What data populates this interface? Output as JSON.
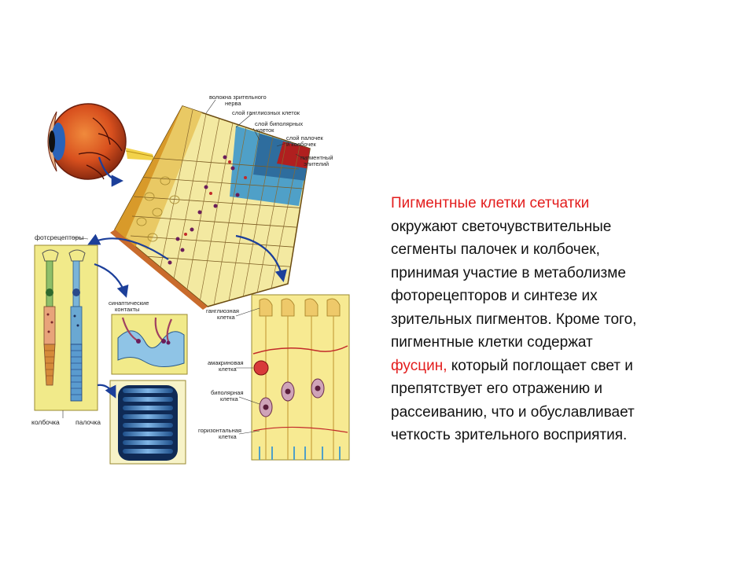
{
  "figure": {
    "labels": {
      "nerve_fibers": [
        "волокна зрительного",
        "нерва"
      ],
      "ganglion_layer": "слой ганглиозных клеток",
      "bipolar_layer": [
        "слой биполярных",
        "клеток"
      ],
      "rods_cones_layer": [
        "слой палочек",
        "и колбочек"
      ],
      "pigment_epithelium": [
        "пигментный",
        "эпителий"
      ],
      "photoreceptors": "фотсрецепторы",
      "synaptic_contacts": [
        "синаптические",
        "контакты"
      ],
      "cone": "колбочка",
      "rod": "палочка",
      "ganglion_cell": [
        "ганглиозная",
        "клетка"
      ],
      "amacrine_cell": [
        "амакриновая",
        "клетка"
      ],
      "bipolar_cell": [
        "биполярная",
        "клетка"
      ],
      "horizontal_cell": [
        "горизонтальная",
        "клетка"
      ]
    }
  },
  "text": {
    "line1_red": "Пигментные клетки сетчатки",
    "line2": "окружают светочувствительные",
    "line3": "сегменты палочек и колбочек,",
    "line4": "принимая участие в метаболизме",
    "line5": "фоторецепторов и синтезе их",
    "line6": "зрительных пигментов. Кроме того,",
    "line7": "пигментные клетки содержат",
    "line8_red": "фусцин,",
    "line8_rest": " который поглощает свет и",
    "line9": "препятствует его отражению и",
    "line10": "рассеиванию, что и обуславливает",
    "line11": "четкость зрительного восприятия."
  }
}
